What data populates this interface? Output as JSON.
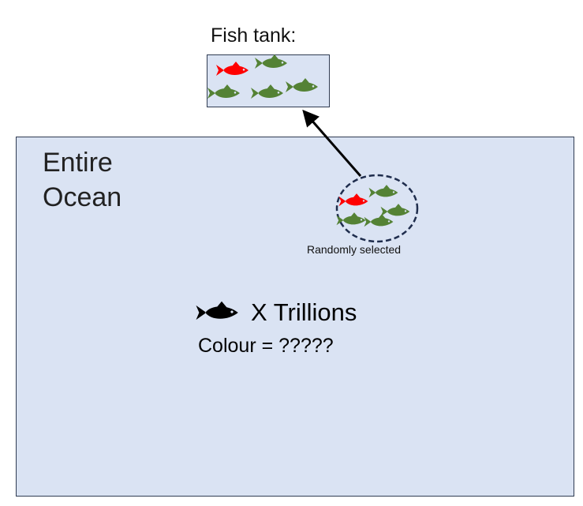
{
  "tank": {
    "label": "Fish tank:",
    "fish": [
      {
        "color_name": "red",
        "color": "#ff0000"
      },
      {
        "color_name": "green",
        "color": "#548235"
      },
      {
        "color_name": "green",
        "color": "#548235"
      },
      {
        "color_name": "green",
        "color": "#548235"
      },
      {
        "color_name": "green",
        "color": "#548235"
      }
    ]
  },
  "ocean": {
    "title": "Entire\nOcean",
    "fill_color": "#dae3f3",
    "border_color": "#2f3b52"
  },
  "sample": {
    "caption": "Randomly selected",
    "fish": [
      {
        "color_name": "red",
        "color": "#ff0000"
      },
      {
        "color_name": "green",
        "color": "#548235"
      },
      {
        "color_name": "green",
        "color": "#548235"
      },
      {
        "color_name": "green",
        "color": "#548235"
      },
      {
        "color_name": "green",
        "color": "#548235"
      }
    ]
  },
  "population": {
    "count_label": "X Trillions",
    "colour_label": "Colour = ?????",
    "fish_color": "#000000"
  },
  "icons": {
    "fish": "fish-icon",
    "arrow": "arrow-icon",
    "sample_circle": "dashed-circle"
  }
}
